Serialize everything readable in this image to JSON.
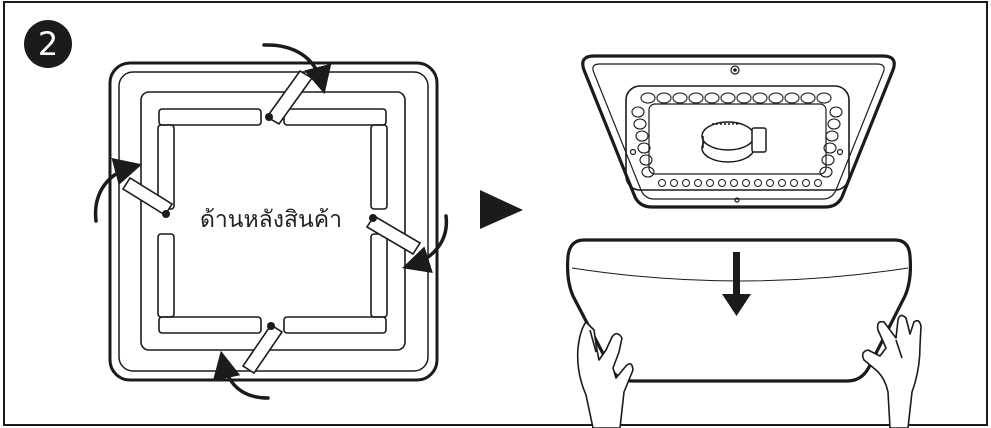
{
  "step": {
    "number": "2"
  },
  "panel_left": {
    "label": "ด้านหลังสินค้า"
  },
  "colors": {
    "ink": "#1b1b1b",
    "paper": "#ffffff",
    "accent": "#1b1b1b"
  },
  "icons": {
    "step_badge": "filled-circle",
    "next_arrow": "triangle-right",
    "down_arrow": "arrow-down",
    "rotate_arrows": "curved-arrow"
  }
}
